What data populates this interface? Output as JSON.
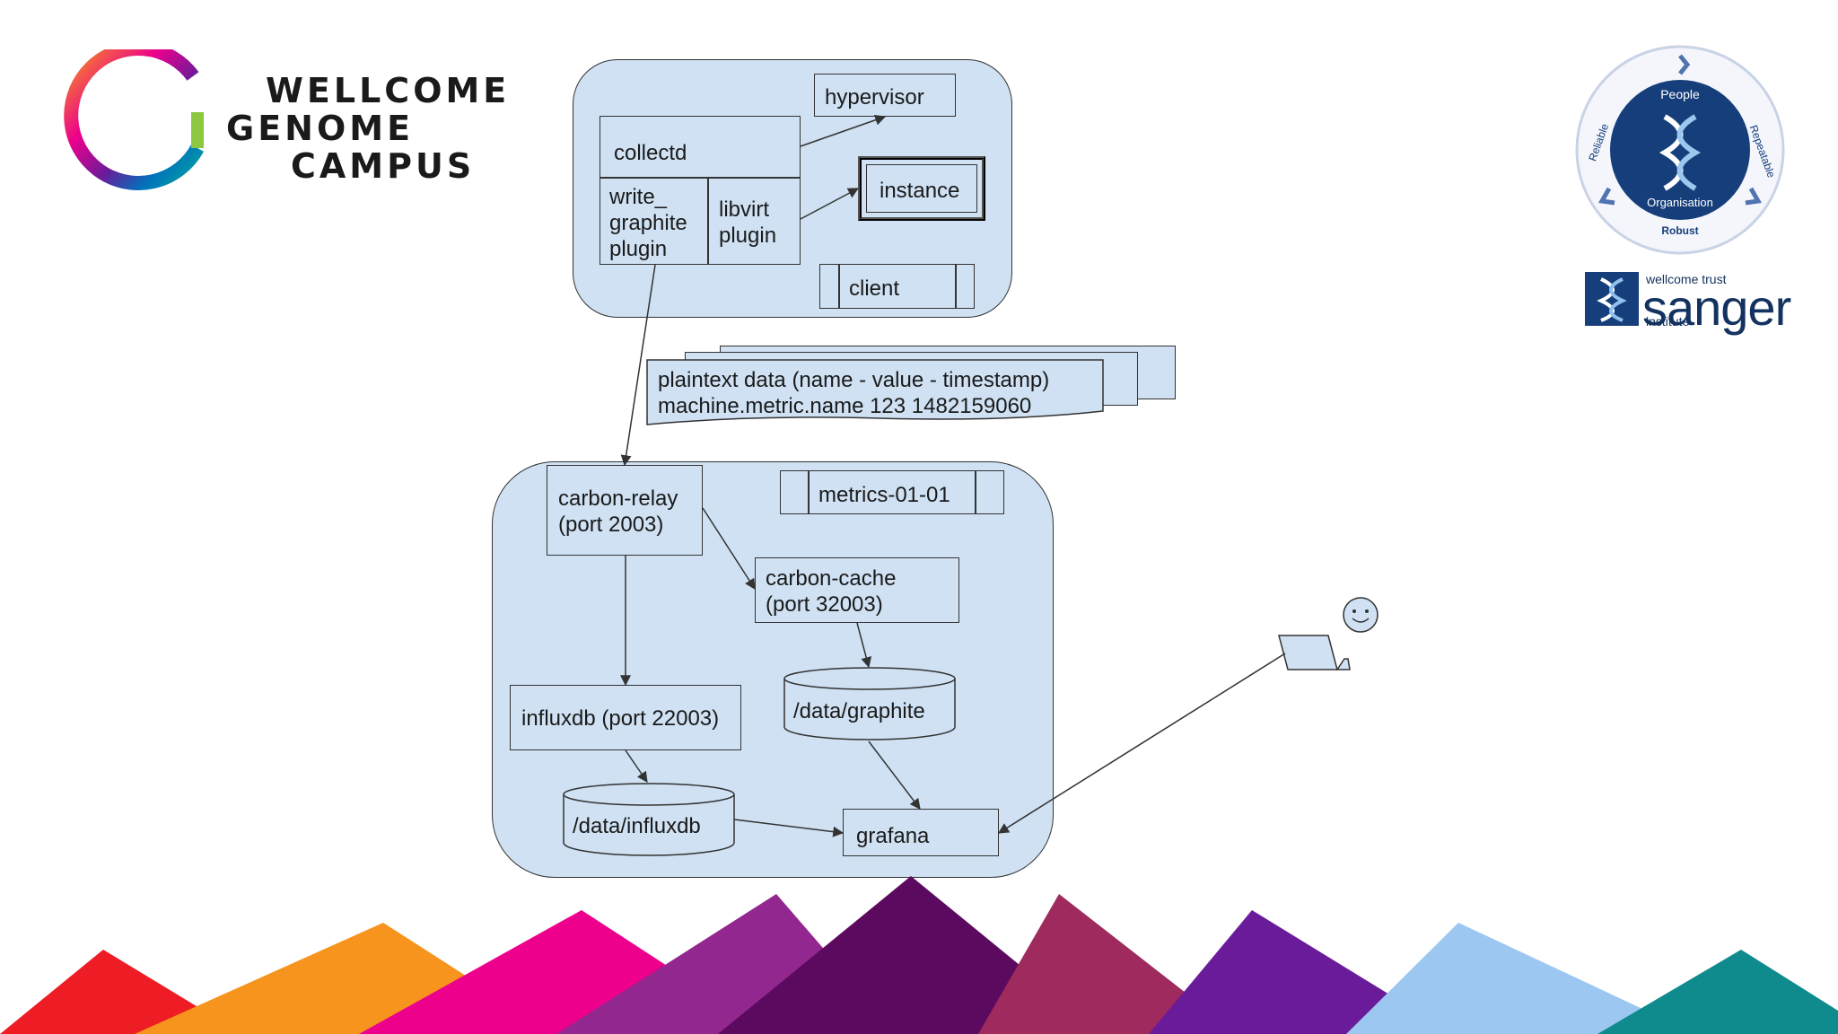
{
  "branding": {
    "left_logo": {
      "line1": "WELLCOME",
      "line2": "GENOME",
      "line3": "CAMPUS"
    },
    "right_badge": {
      "ring_words": [
        "People",
        "Repeatable",
        "Organisation",
        "Robust",
        "Reliable"
      ]
    },
    "sanger": {
      "top": "wellcome trust",
      "word": "sanger",
      "bottom": "institute"
    }
  },
  "diagram": {
    "top_group": {
      "hypervisor": "hypervisor",
      "collectd": "collectd",
      "write_plugin": [
        "write_",
        "graphite",
        "plugin"
      ],
      "libvirt_plugin": [
        "libvirt",
        "plugin"
      ],
      "instance": "instance",
      "client": "client"
    },
    "data_note": {
      "line1": "plaintext data (name - value - timestamp)",
      "line2": "machine.metric.name 123 1482159060"
    },
    "bottom_group": {
      "carbon_relay": [
        "carbon-relay",
        "(port 2003)"
      ],
      "metrics_server": "metrics-01-01",
      "carbon_cache": [
        "carbon-cache",
        "(port 32003)"
      ],
      "influxdb": "influxdb (port 22003)",
      "graphite_store": "/data/graphite",
      "influx_store": "/data/influxdb",
      "grafana": "grafana"
    }
  },
  "colors": {
    "box_fill": "#cfe1f3",
    "line": "#333333",
    "mountains": [
      "#ee1c24",
      "#f7941d",
      "#ec008c",
      "#92278f",
      "#5b0a5f",
      "#9e2a5e",
      "#6a1b9a",
      "#9cc7f0",
      "#0f8b8d"
    ]
  }
}
